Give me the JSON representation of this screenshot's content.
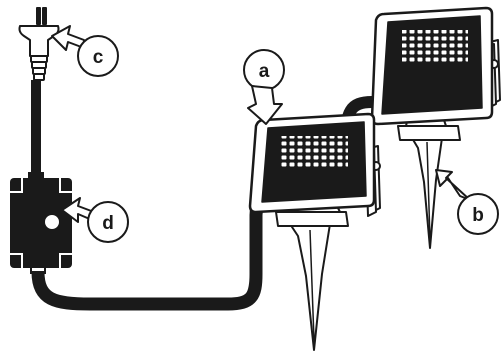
{
  "callouts": {
    "a": "a",
    "b": "b",
    "c": "c",
    "d": "d"
  },
  "colors": {
    "ink": "#1a1a1a",
    "paper": "#ffffff",
    "led": "#ffffff"
  }
}
